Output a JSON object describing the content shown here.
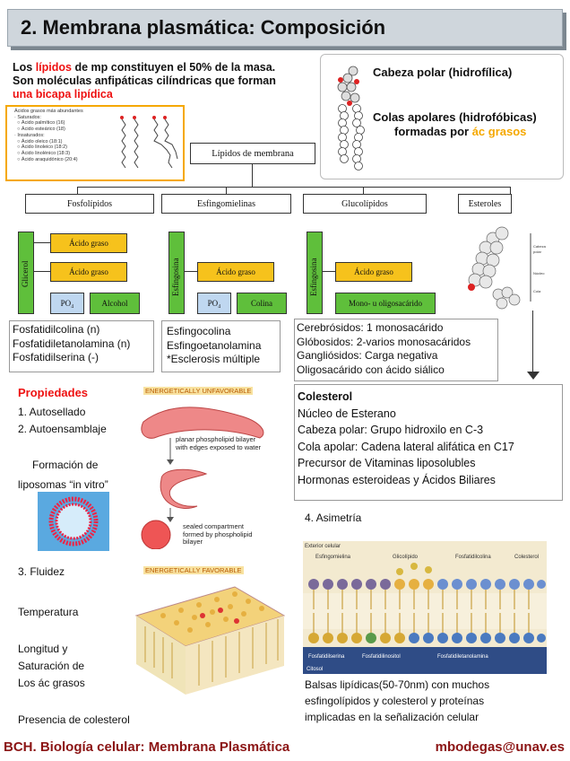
{
  "title": "2. Membrana plasmática: Composición",
  "intro": {
    "line1_pre": "Los ",
    "line1_red": "lípidos",
    "line1_post": " de mp constituyen el 50% de la masa.",
    "line2": "Son moléculas anfipáticas cilíndricas que forman",
    "line3_red": "una bicapa lipídica"
  },
  "left_box_text": [
    "Ácidos grasos más abundantes",
    "· Saturados:",
    "  ○ Ácido palmítico (16)",
    "  ○ Ácido esteárico (18)",
    "· Insaturados:",
    "  ○ Ácido oleico (18:1)",
    "  ○ Ácido linoleico (18:2)",
    "  ○ Ácido linolénico (18:3)",
    "  ○ Ácido araquidónico (20:4)"
  ],
  "right_box": {
    "head": "Cabeza polar (hidrofílica)",
    "tails1": "Colas apolares (hidrofóbicas)",
    "tails2_pre": "formadas por ",
    "tails2_orange": "ác grasos"
  },
  "tree": {
    "root": "Lípidos de membrana",
    "children": [
      "Fosfolípidos",
      "Esfingomielinas",
      "Glucolípidos",
      "Esteroles"
    ]
  },
  "diagrams": {
    "fosfo": {
      "backbone": "Glicerol",
      "fa1": "Ácido graso",
      "fa2": "Ácido graso",
      "po4": "PO₄",
      "alcohol": "Alcohol"
    },
    "esfingo": {
      "backbone": "Esfingosina",
      "fa": "Ácido graso",
      "po4": "PO₄",
      "colina": "Colina"
    },
    "gluco": {
      "backbone": "Esfingosina",
      "fa": "Ácido graso",
      "sugar": "Mono- u oligosacárido"
    }
  },
  "lists": {
    "fosfo": [
      "Fosfatidilcolina (n)",
      "Fosfatidiletanolamina (n)",
      "Fosfatidilserina (-)"
    ],
    "esfingo": [
      "Esfingocolina",
      "Esfingoetanolamina",
      "*Esclerosis múltiple"
    ],
    "gluco": [
      "Cerebrósidos: 1 monosacárido",
      "Glóbosidos: 2-varios monosacáridos",
      "Gangliósidos: Carga negativa",
      "Oligosacárido con ácido siálico"
    ]
  },
  "colesterol": {
    "heading": "Colesterol",
    "lines": [
      "Núcleo de Esterano",
      "Cabeza polar: Grupo hidroxilo en  C-3",
      "Cola apolar: Cadena lateral alifática en  C17",
      "Precursor de Vitaminas liposolubles",
      "Hormonas esteroideas y Ácidos Biliares"
    ]
  },
  "propiedades": {
    "heading": "Propiedades",
    "p1": "1.  Autosellado",
    "p2": "2.  Autoensamblaje",
    "liposomas1": "Formación de",
    "liposomas2": "liposomas “in vitro”",
    "p3": "3. Fluidez",
    "temperatura": "Temperatura",
    "longitud1": "Longitud y",
    "longitud2": "Saturación de",
    "longitud3": "Los ác grasos",
    "presencia": "Presencia de colesterol",
    "unfavorable": "ENERGETICALLY UNFAVORABLE",
    "favorable": "ENERGETICALLY FAVORABLE",
    "bilayer_caption1": "planar phospholipid bilayer",
    "bilayer_caption2": "with edges exposed to water",
    "sealed1": "sealed compartment",
    "sealed2": "formed by phospholipid",
    "sealed3": "bilayer"
  },
  "asimetria": {
    "heading": "4. Asimetría",
    "labels": {
      "top": "Exterior celular",
      "l1": "Esfingomielina",
      "l2": "Glicolípido",
      "l3": "Fosfatidilcolina",
      "l4": "Colesterol",
      "b1": "Fosfatidilserina",
      "b2": "Fosfatidilinositol",
      "b3": "Fosfatidiletanolamina",
      "bottom": "Citosol"
    },
    "balsas1": "Balsas lipídicas(50-70nm) con muchos",
    "balsas2": "esfingolípidos y colesterol y proteínas",
    "balsas3": "implicadas en la señalización celular"
  },
  "footer": {
    "left": "BCH. Biología celular: Membrana Plasmática",
    "right": "mbodegas@unav.es"
  }
}
